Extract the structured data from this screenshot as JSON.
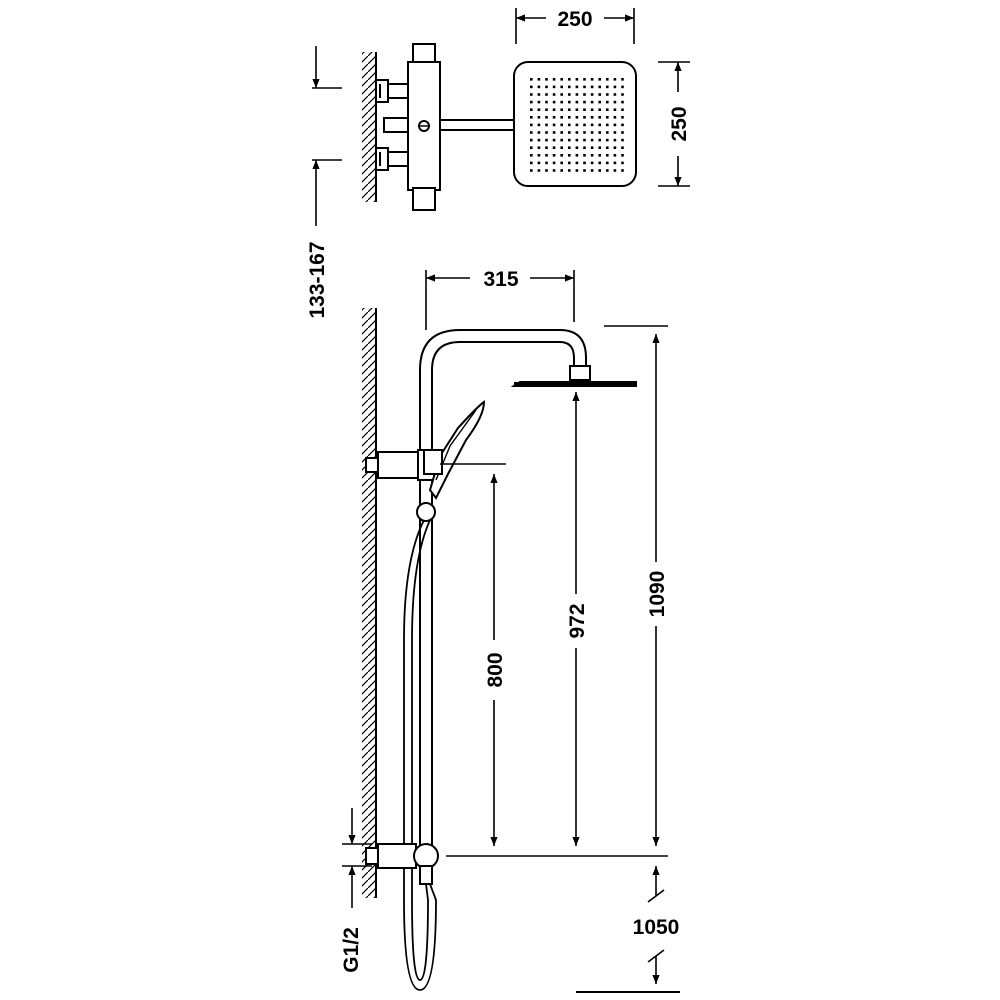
{
  "dimensions": {
    "head_width": "250",
    "head_depth": "250",
    "wall_distance": "133-167",
    "arm_reach": "315",
    "hand_shower_height": "800",
    "head_height": "972",
    "column_height": "1090",
    "floor_distance": "1050",
    "inlet_thread": "G1/2"
  },
  "colors": {
    "line": "#000000",
    "background": "#ffffff"
  }
}
